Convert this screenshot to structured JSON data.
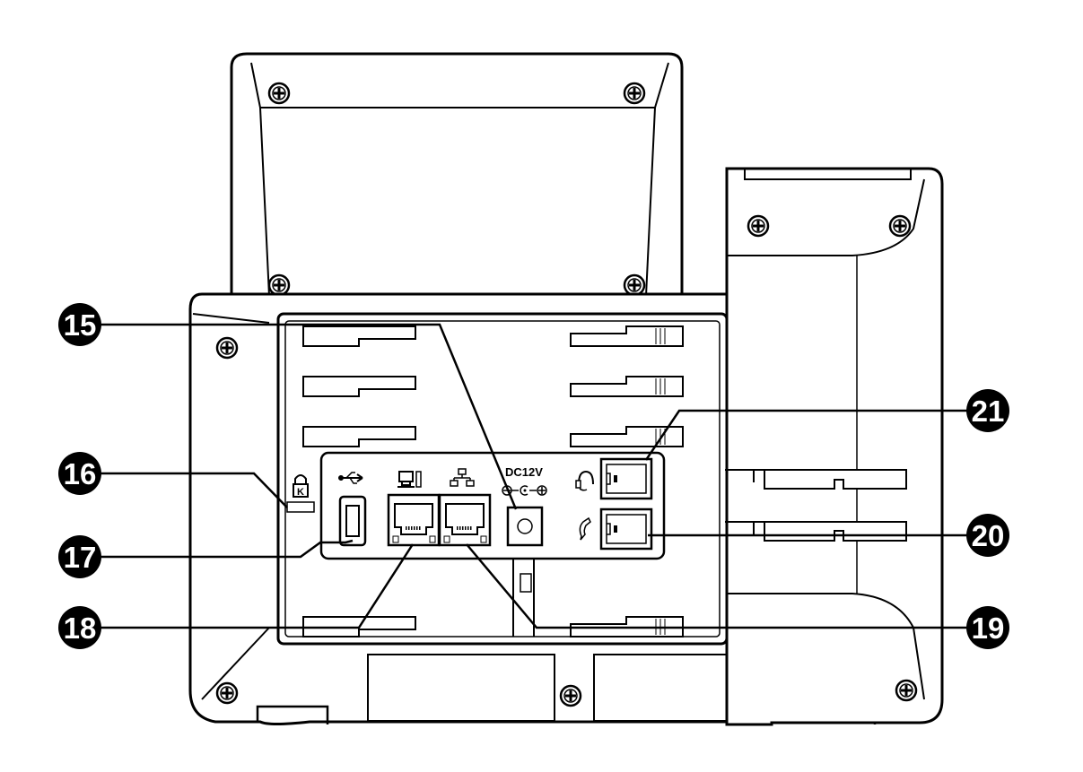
{
  "figure": {
    "description_visible": false,
    "port_text": {
      "dc_label": "DC12V"
    },
    "callouts": [
      {
        "id": "c15",
        "number": "15",
        "points_to": "dc-power-jack"
      },
      {
        "id": "c16",
        "number": "16",
        "points_to": "security-slot"
      },
      {
        "id": "c17",
        "number": "17",
        "points_to": "usb-port"
      },
      {
        "id": "c18",
        "number": "18",
        "points_to": "pc-port"
      },
      {
        "id": "c19",
        "number": "19",
        "points_to": "internet-port"
      },
      {
        "id": "c20",
        "number": "20",
        "points_to": "handset-port"
      },
      {
        "id": "c21",
        "number": "21",
        "points_to": "headset-port"
      }
    ],
    "icons": [
      "lock-icon",
      "usb-icon",
      "pc-icon",
      "network-icon",
      "headset-icon",
      "handset-icon",
      "dc-polarity-icon"
    ],
    "colors": {
      "line": "#000000",
      "background": "#ffffff",
      "callout_fill": "#000000",
      "callout_text": "#ffffff"
    }
  }
}
